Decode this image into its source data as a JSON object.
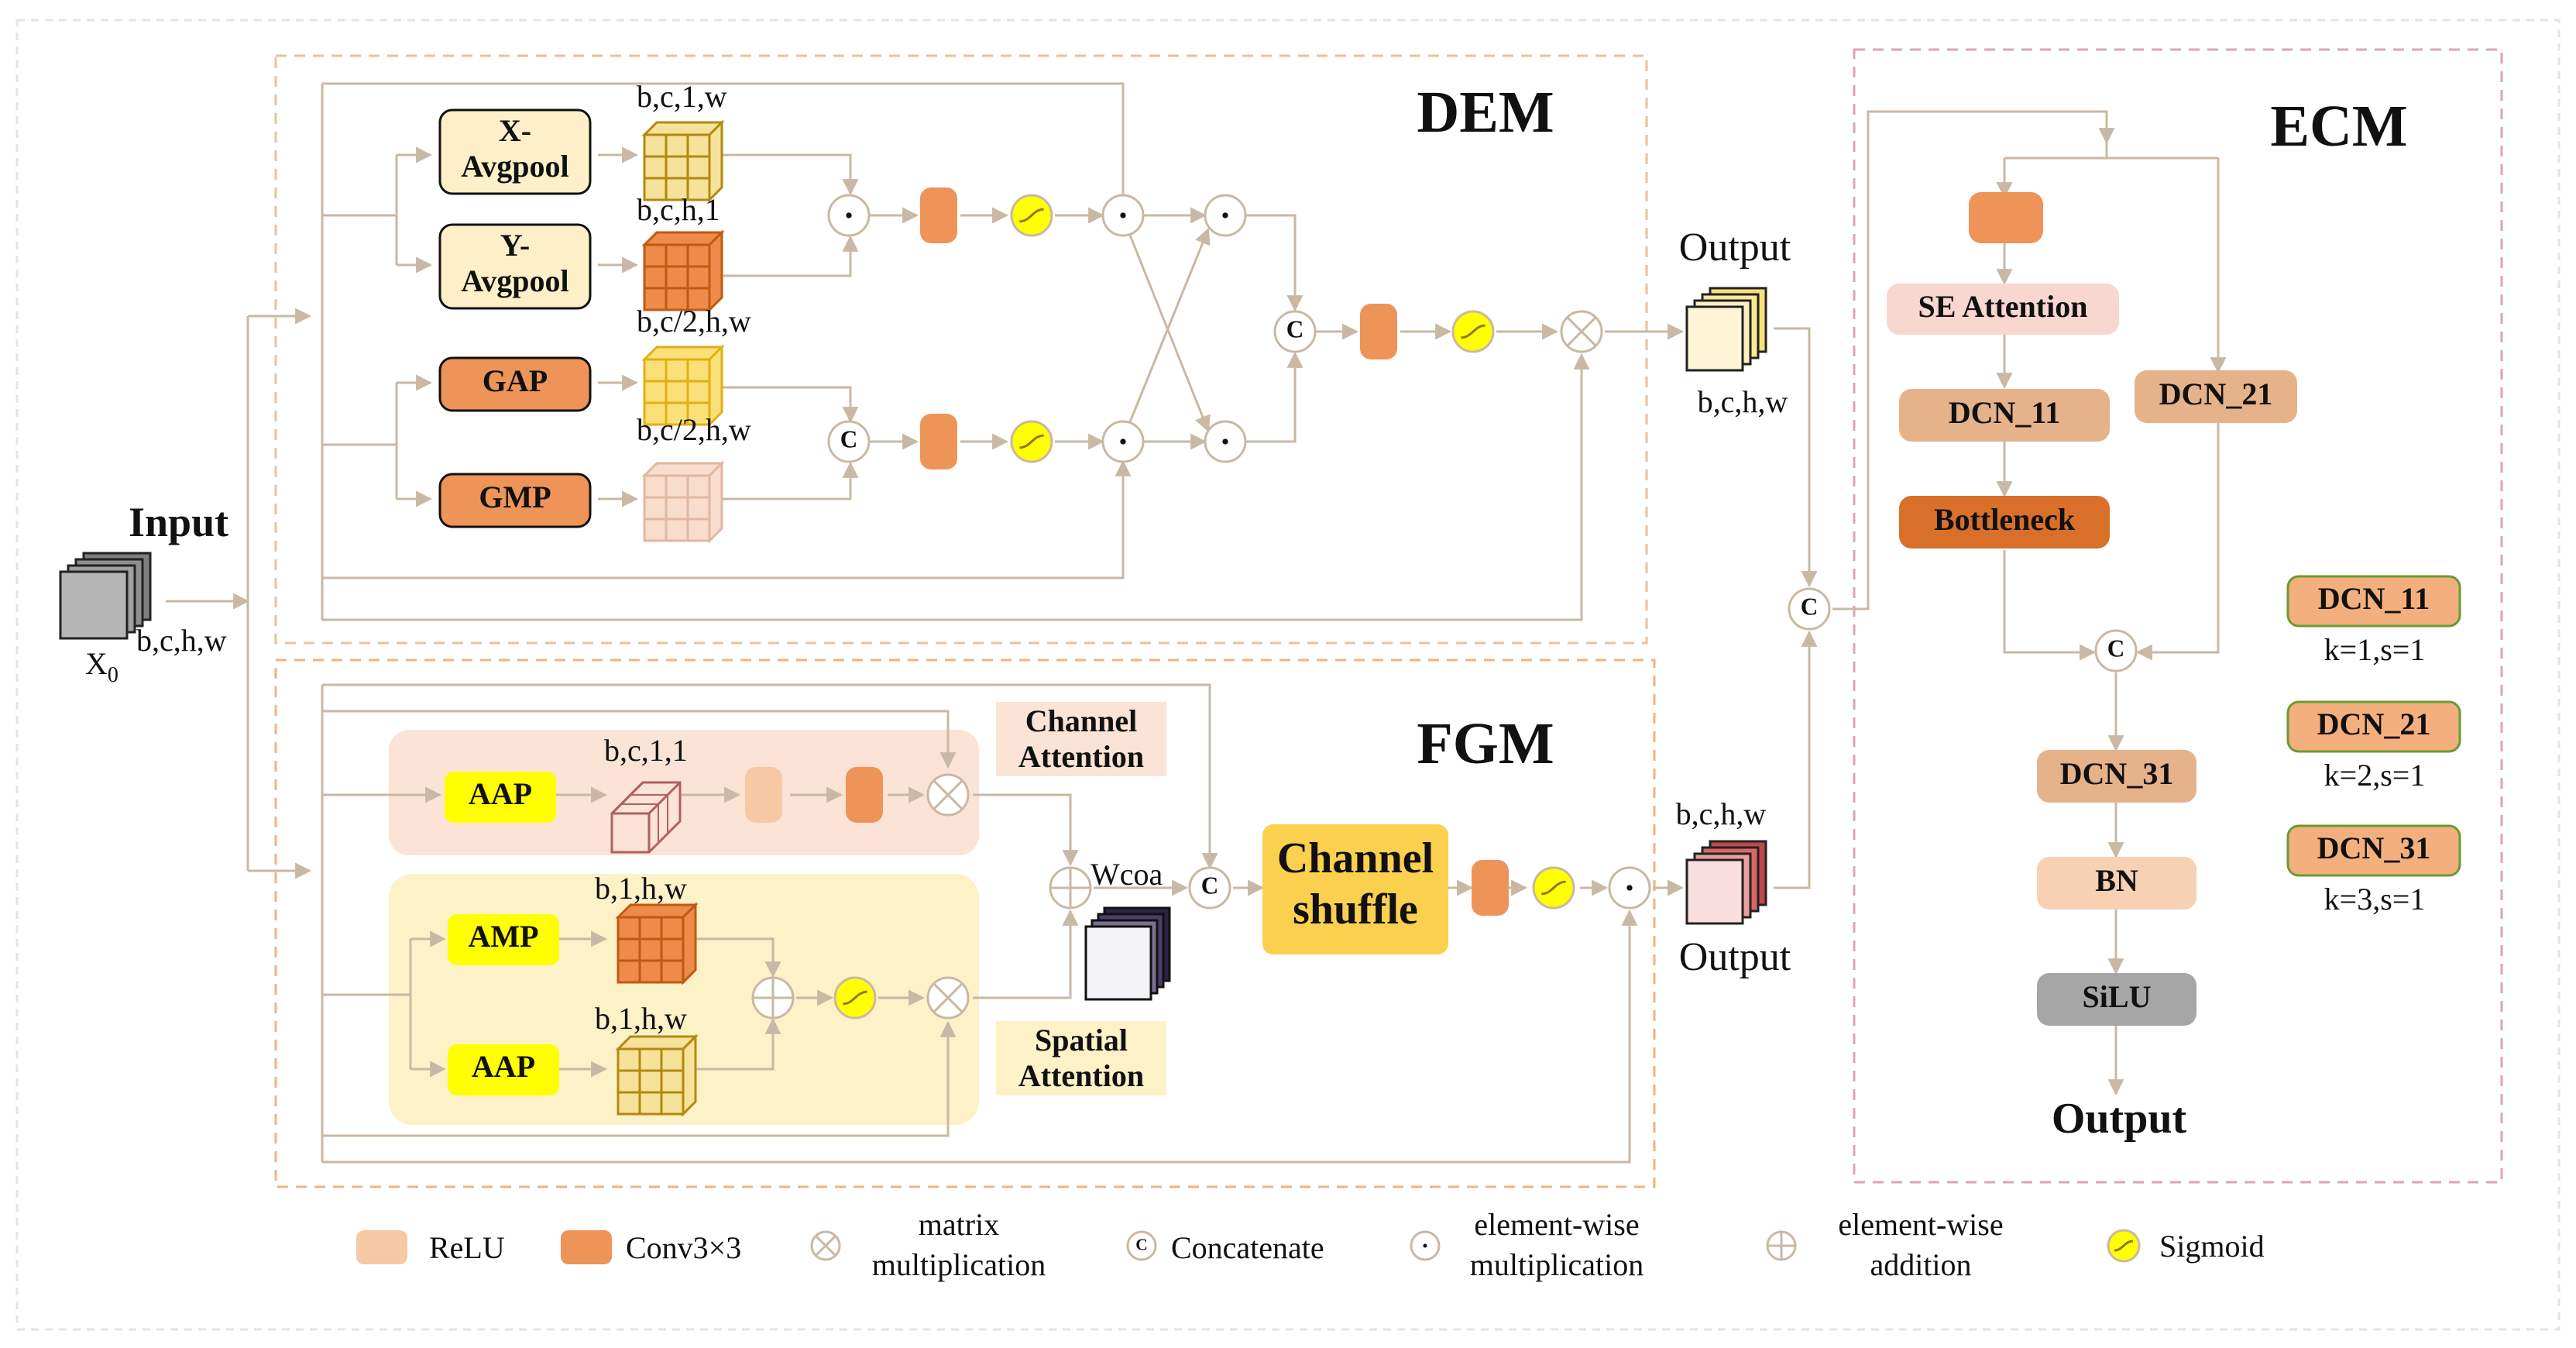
{
  "colors": {
    "wire": "#c9b8a3",
    "relu": "#f6c9a4",
    "conv": "#ee9458",
    "sigmoid": "#ffff00",
    "pool_box": "#fdf0c8",
    "gap_box": "#ee9458",
    "yellow_box": "#ffff00",
    "shuffle_box": "#fbd04f",
    "channel_attn_bg": "#fbe3d6",
    "spatial_attn_bg": "#fdf1c8",
    "se_box": "#f8d7d0",
    "dcn_box": "#e6b28a",
    "bottleneck_box": "#d9702a",
    "bn_box": "#f6d1b3",
    "silu_box": "#a6a6a6",
    "legend_dcn_box": "#f3b07e",
    "legend_dcn_border": "#6a9a34",
    "dem_border": "#e8c29c",
    "fgm_border": "#f2b27e",
    "ecm_border": "#d7a7b4"
  },
  "dem": {
    "title": "DEM",
    "x_avgpool": "X-\nAvgpool",
    "y_avgpool": "Y-\nAvgpool",
    "gap": "GAP",
    "gmp": "GMP",
    "dim_x": "b,c,1,w",
    "dim_y": "b,c,h,1",
    "dim_gap": "b,c/2,h,w",
    "dim_gmp": "b,c/2,h,w",
    "output_label": "Output",
    "output_dim": "b,c,h,w"
  },
  "input": {
    "label": "Input",
    "dim": "b,c,h,w",
    "x0": "X",
    "x0_sub": "0"
  },
  "fgm": {
    "title": "FGM",
    "aap_top": "AAP",
    "amp": "AMP",
    "aap_bottom": "AAP",
    "dim_ch": "b,c,1,1",
    "dim_amp": "b,1,h,w",
    "dim_aap": "b,1,h,w",
    "channel_attention": "Channel\nAttention",
    "spatial_attention": "Spatial\nAttention",
    "wcoa": "Wcoa",
    "channel_shuffle": "Channel\nshuffle",
    "output_label": "Output",
    "output_dim": "b,c,h,w"
  },
  "ecm": {
    "title": "ECM",
    "se_attention": "SE Attention",
    "dcn_11": "DCN_11",
    "dcn_21": "DCN_21",
    "bottleneck": "Bottleneck",
    "dcn_31": "DCN_31",
    "bn": "BN",
    "silu": "SiLU",
    "output": "Output",
    "legend": [
      {
        "name": "DCN_11",
        "params": "k=1,s=1"
      },
      {
        "name": "DCN_21",
        "params": "k=2,s=1"
      },
      {
        "name": "DCN_31",
        "params": "k=3,s=1"
      }
    ]
  },
  "ops": {
    "concat": "C",
    "dot": "·"
  },
  "legend": {
    "relu": "ReLU",
    "conv": "Conv3×3",
    "matrix_mult": "matrix\nmultiplication",
    "concatenate": "Concatenate",
    "elementwise_mult": "element-wise\nmultiplication",
    "elementwise_add": "element-wise\naddition",
    "sigmoid": "Sigmoid"
  }
}
